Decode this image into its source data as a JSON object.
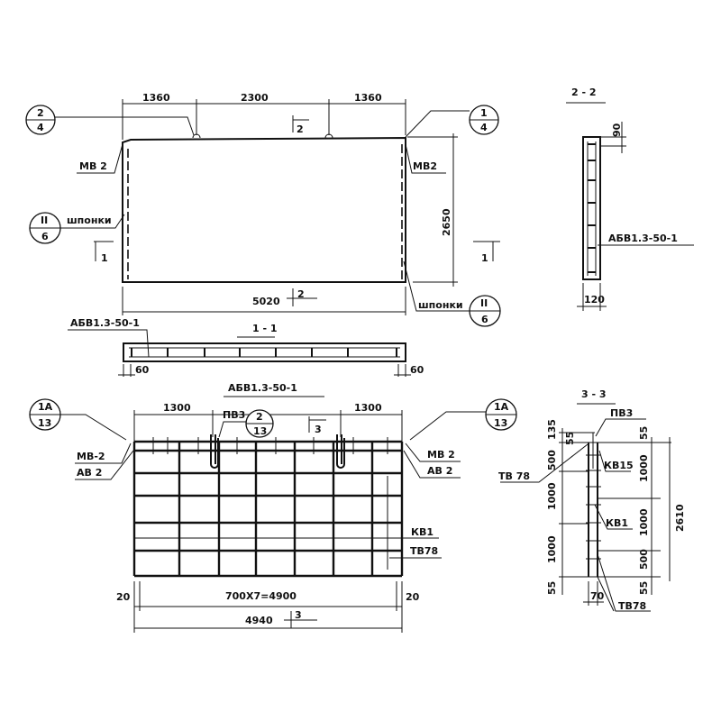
{
  "plan_view": {
    "dims_top": [
      "1360",
      "2300",
      "1360"
    ],
    "height_dim": "2650",
    "length_dim": "5020",
    "callout_left_top": {
      "num": "2",
      "den": "4"
    },
    "callout_right_top": {
      "num": "1",
      "den": "4"
    },
    "callout_left_key": {
      "num": "II",
      "den": "6"
    },
    "callout_right_key": {
      "num": "II",
      "den": "6"
    },
    "label_mv_left": "МВ 2",
    "label_mv_right": "МВ2",
    "label_keys_left": "шпонки",
    "label_keys_right": "шпонки",
    "section_mark_1": "1",
    "section_mark_2": "2"
  },
  "section_1_1": {
    "title": "1 - 1",
    "rebar_label": "АБВ1.3-50-1",
    "edge_left": "60",
    "edge_right": "60"
  },
  "section_2_2": {
    "title": "2 - 2",
    "top_dim": "90",
    "rebar_label": "АБВ1.3-50-1",
    "width_dim": "120"
  },
  "reinforcement_view": {
    "title": "АБВ1.3-50-1",
    "dims_top": [
      "1300",
      "1300"
    ],
    "loop_label": "ПВ3",
    "callout_loop": {
      "num": "2",
      "den": "13"
    },
    "callout_left": {
      "num": "1А",
      "den": "13"
    },
    "callout_right": {
      "num": "1А",
      "den": "13"
    },
    "label_mv_left": "МВ-2",
    "label_av_left": "АВ 2",
    "label_mv_right": "МВ 2",
    "label_av_right": "АВ 2",
    "label_kb": "КВ1",
    "label_tb": "ТВ78",
    "edge_left": "20",
    "edge_right": "20",
    "spacing_dim": "700Х7=4900",
    "total_dim": "4940",
    "section_mark": "3"
  },
  "section_3_3": {
    "title": "3 - 3",
    "loop_label": "ПВ3",
    "label_kb15": "КВ15",
    "label_kb1": "КВ1",
    "label_tb_left": "ТВ 78",
    "label_tb_bottom": "ТВ78",
    "left_dims": [
      "135",
      "55",
      "500",
      "1000",
      "1000",
      "55"
    ],
    "right_dims": [
      "55",
      "1000",
      "1000",
      "500",
      "55"
    ],
    "total_dim": "2610",
    "bottom_dim": "70"
  }
}
